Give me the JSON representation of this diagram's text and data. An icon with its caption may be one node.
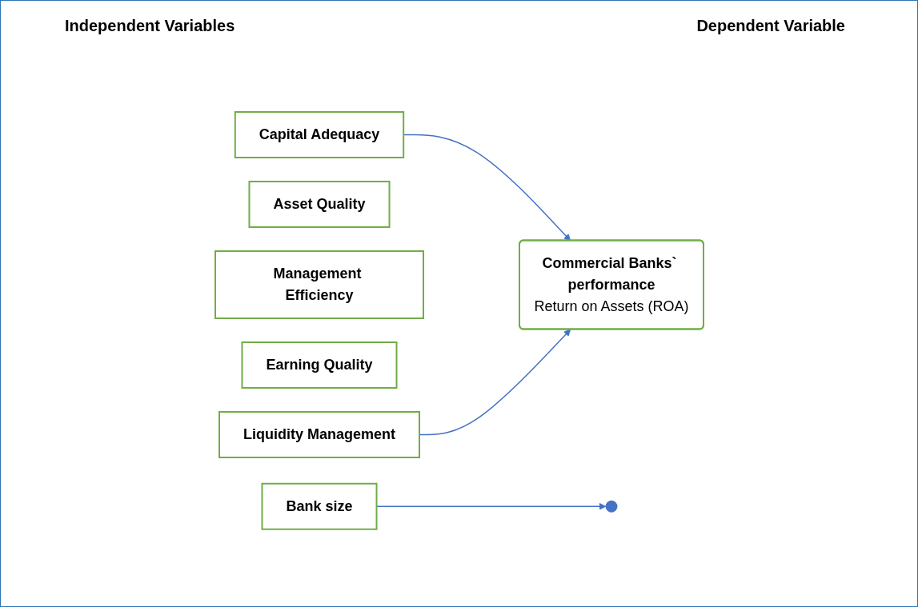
{
  "diagram": {
    "nodes": [
      {
        "text": [
          "Capital Adequacy"
        ]
      },
      {
        "text": [
          "Asset Quality"
        ]
      },
      {
        "text": [
          "Management Efficiency"
        ]
      },
      {
        "text": [
          "Earning Quality"
        ]
      },
      {
        "text": [
          "Liquidity Management"
        ]
      },
      {
        "text": [
          "Commercial Banks` performance",
          "Return on Assets (ROA)"
        ]
      },
      {
        "text": [
          "Bank size"
        ]
      }
    ],
    "edges": [
      {
        "from": 0,
        "to": 5,
        "arrow": "to"
      },
      {
        "from": 4,
        "to": 5,
        "arrow": "to"
      },
      {
        "from": 6,
        "to": null,
        "arrow": "to"
      }
    ],
    "labels": [
      "Independent Variables",
      "Dependent Variable"
    ]
  }
}
